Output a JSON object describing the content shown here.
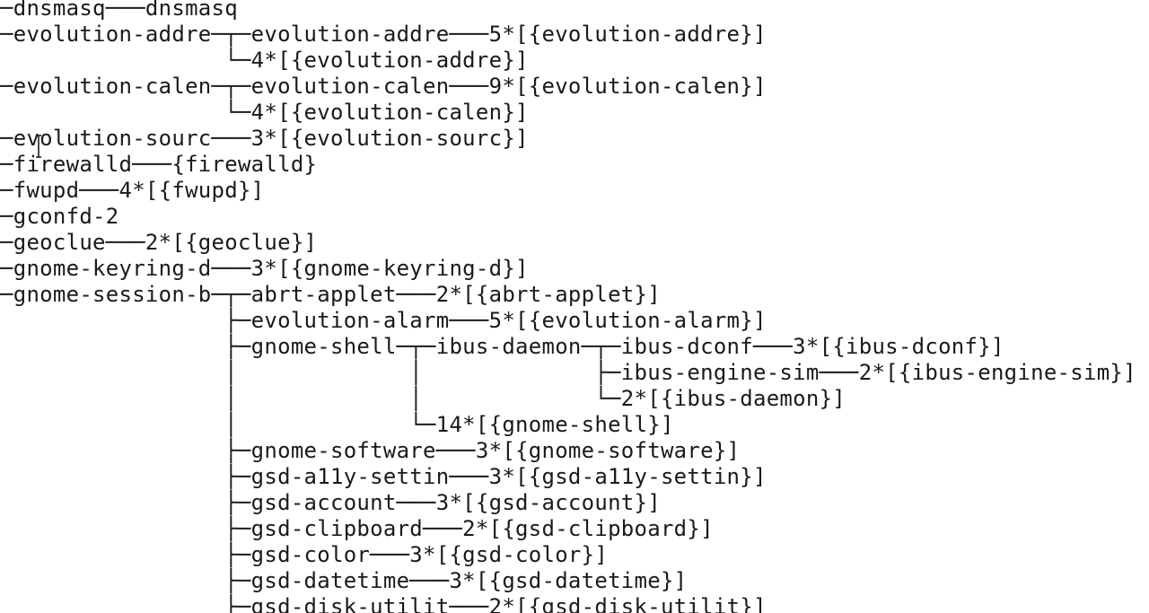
{
  "terminal": {
    "lines": [
      "─dnsmasq───dnsmasq",
      "─evolution-addre─┬─evolution-addre───5*[{evolution-addre}]",
      "                 └─4*[{evolution-addre}]",
      "─evolution-calen─┬─evolution-calen───9*[{evolution-calen}]",
      "                 └─4*[{evolution-calen}]",
      "─evolution-sourc───3*[{evolution-sourc}]",
      "─firewalld───{firewalld}",
      "─fwupd───4*[{fwupd}]",
      "─gconfd-2",
      "─geoclue───2*[{geoclue}]",
      "─gnome-keyring-d───3*[{gnome-keyring-d}]",
      "─gnome-session-b─┬─abrt-applet───2*[{abrt-applet}]",
      "                 ├─evolution-alarm───5*[{evolution-alarm}]",
      "                 ├─gnome-shell─┬─ibus-daemon─┬─ibus-dconf───3*[{ibus-dconf}]",
      "                 │             │             ├─ibus-engine-sim───2*[{ibus-engine-sim}]",
      "                 │             │             └─2*[{ibus-daemon}]",
      "                 │             └─14*[{gnome-shell}]",
      "                 ├─gnome-software───3*[{gnome-software}]",
      "                 ├─gsd-a11y-settin───3*[{gsd-a11y-settin}]",
      "                 ├─gsd-account───3*[{gsd-account}]",
      "                 ├─gsd-clipboard───2*[{gsd-clipboard}]",
      "                 ├─gsd-color───3*[{gsd-color}]",
      "                 ├─gsd-datetime───3*[{gsd-datetime}]",
      "                 ├─gsd-disk-utilit───2*[{gsd-disk-utilit}]"
    ],
    "colors": {
      "background": "#ffffff",
      "foreground": "#1a1a1a"
    },
    "cursor_icon": "text-ibeam-icon"
  }
}
